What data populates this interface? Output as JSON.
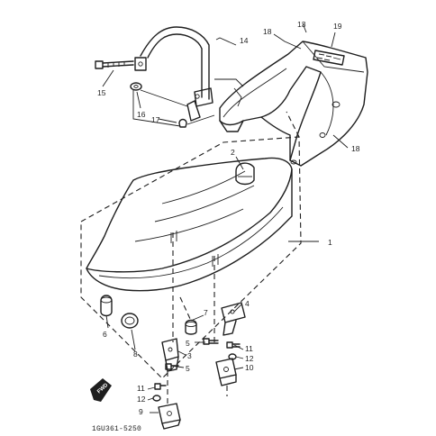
{
  "diagram": {
    "part_numbers": [
      "1",
      "2",
      "3",
      "4",
      "5",
      "5",
      "6",
      "7",
      "8",
      "9",
      "10",
      "11",
      "11",
      "12",
      "12",
      "13",
      "14",
      "15",
      "16",
      "17",
      "18",
      "18",
      "19"
    ],
    "direction_marker": "FWD",
    "drawing_code": "1GU361-5250"
  }
}
